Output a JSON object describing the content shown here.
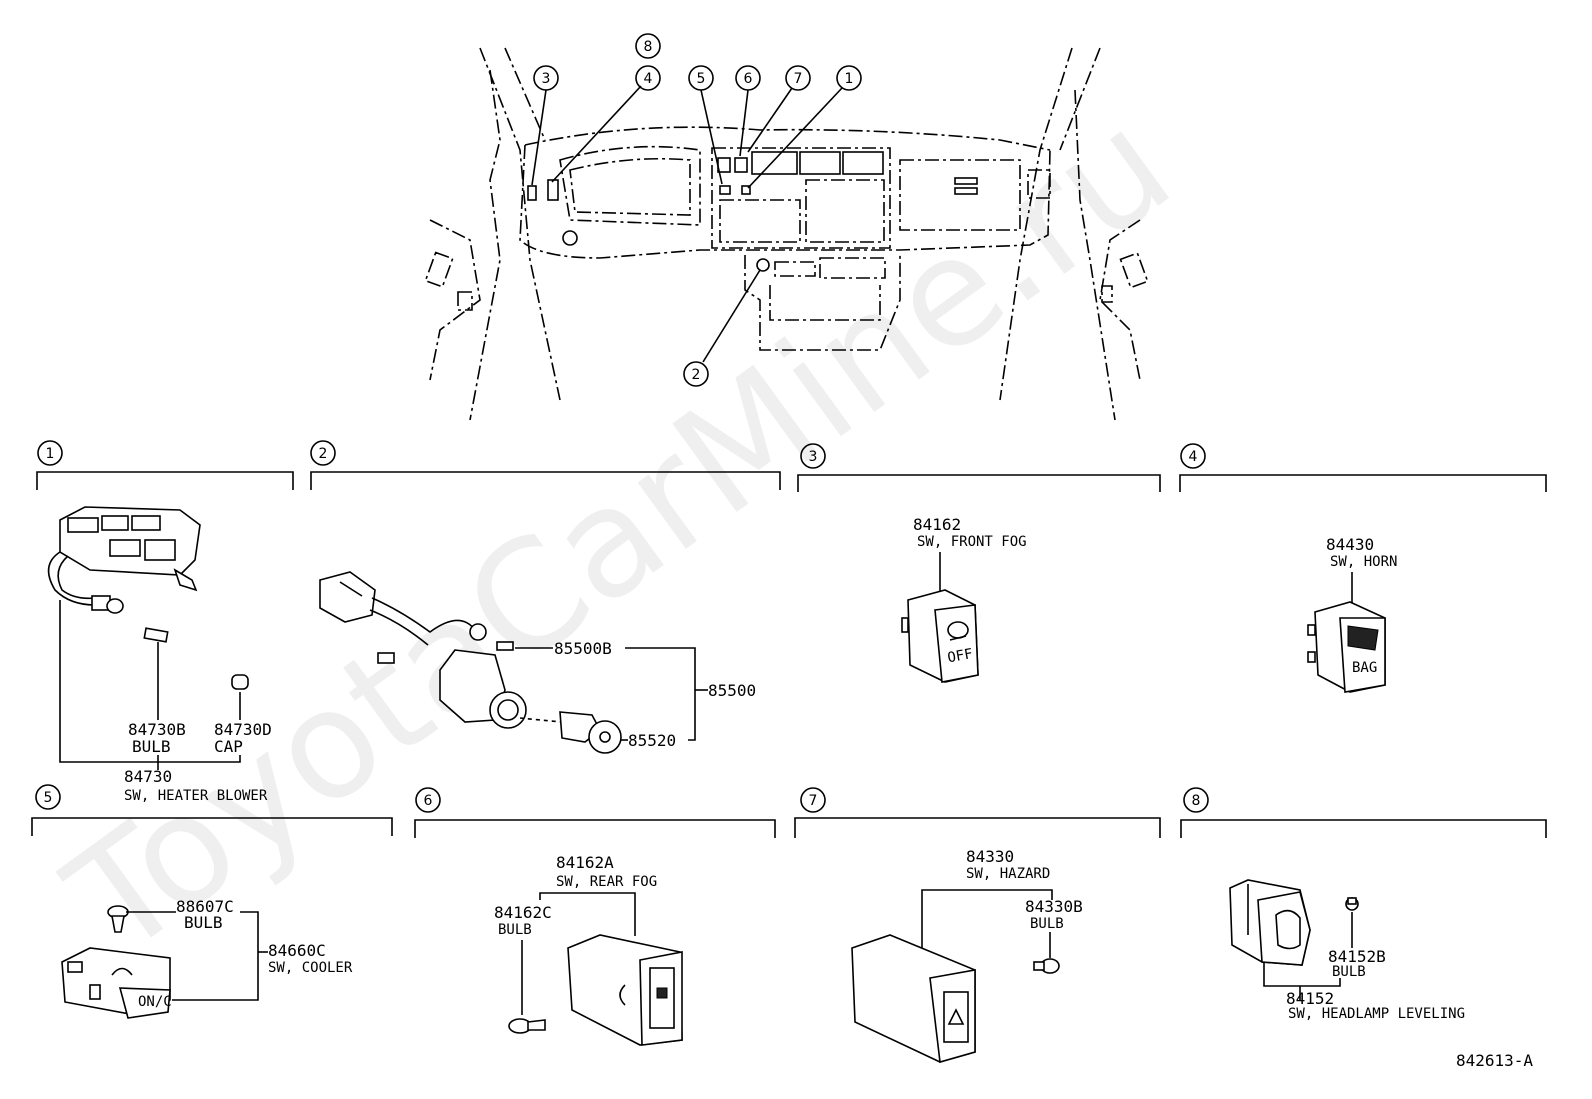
{
  "watermark": "ToyotaCarMine.ru",
  "footer_code": "842613-A",
  "overview": {
    "callouts": [
      "1",
      "2",
      "3",
      "4",
      "5",
      "6",
      "7",
      "8"
    ]
  },
  "sections": {
    "s1": {
      "marker": "1",
      "labels": {
        "bulb_code": "84730B",
        "bulb_name": "BULB",
        "cap_code": "84730D",
        "cap_name": "CAP",
        "assy_code": "84730",
        "assy_name": "SW, HEATER BLOWER"
      }
    },
    "s2": {
      "marker": "2",
      "labels": {
        "p1": "85500B",
        "p2": "85500",
        "p3": "85520"
      }
    },
    "s3": {
      "marker": "3",
      "labels": {
        "code": "84162",
        "name": "SW, FRONT FOG"
      }
    },
    "s4": {
      "marker": "4",
      "labels": {
        "code": "84430",
        "name": "SW, HORN"
      }
    },
    "s5": {
      "marker": "5",
      "labels": {
        "bulb_code": "88607C",
        "bulb_name": "BULB",
        "code": "84660C",
        "name": "SW, COOLER"
      }
    },
    "s6": {
      "marker": "6",
      "labels": {
        "code": "84162A",
        "name": "SW, REAR FOG",
        "bulb_code": "84162C",
        "bulb_name": "BULB"
      }
    },
    "s7": {
      "marker": "7",
      "labels": {
        "code": "84330",
        "name": "SW, HAZARD",
        "bulb_code": "84330B",
        "bulb_name": "BULB"
      }
    },
    "s8": {
      "marker": "8",
      "labels": {
        "bulb_code": "84152B",
        "bulb_name": "BULB",
        "code": "84152",
        "name": "SW, HEADLAMP LEVELING"
      }
    }
  }
}
